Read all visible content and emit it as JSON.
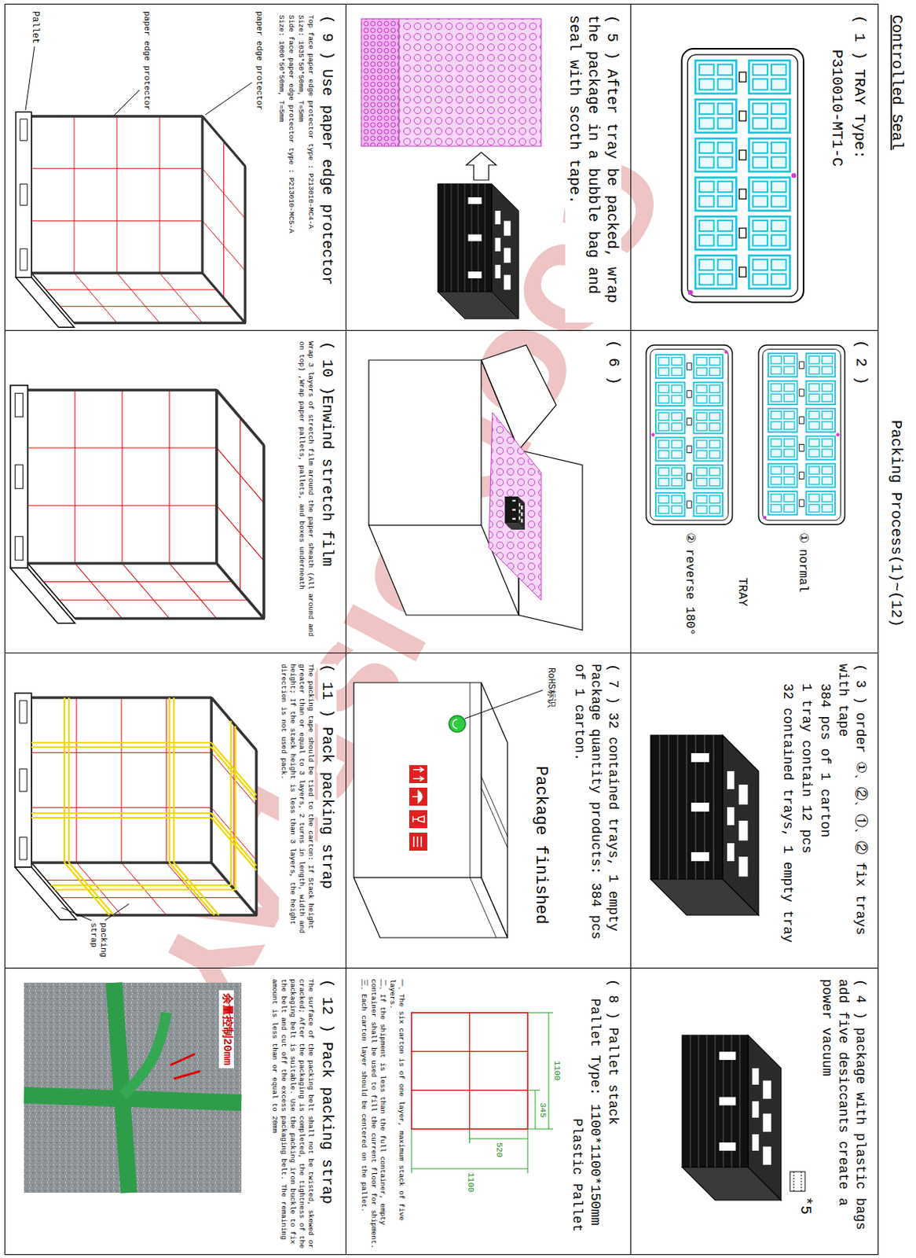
{
  "diagram": {
    "title": "Packing Process(1)~(12)",
    "nodes": [
      {
        "text": [
          "( 1 ) TRAY Type:",
          "P310010-MT1-C"
        ]
      },
      {
        "text": [
          "( 2 )"
        ]
      },
      {
        "text": [
          "( 3 ) order ①、②、①、② fix trays with tape",
          "384 pcs of 1 carton",
          "1 tray contain 12 pcs",
          "32 contained trays, 1 empty tray"
        ]
      },
      {
        "text": [
          "( 4 ) package with plastic bags add five desiccants create a power vacuum"
        ]
      },
      {
        "text": [
          "( 5 ) After tray be packed, wrap the package in a bubble bag and seal with scoth tape."
        ]
      },
      {
        "text": [
          "( 6 )"
        ]
      },
      {
        "text": [
          "( 7 ) 32 contained trays, 1 empty Package quantity products: 384 pcs of 1 carton.",
          "Package finished"
        ]
      },
      {
        "text": [
          "( 8 ) Pallet stack",
          "Pallet Type: 1100*1100*150mm",
          "Plastic Pallet",
          "一、The six carton is of one layer, maximum stack of five layers.",
          "二、If the shipment is less than the full container, empty container shall be used to fill the current floor for shipment.",
          "三、Each carton layer should be centered on the pallet."
        ]
      },
      {
        "text": [
          "( 9 ) Use paper edge protector",
          "Top face paper edge protector type : P213010-MC4-A",
          "Size: 1035*50*50mm, T=5mm",
          "Side face paper edge protector type : P213010-MC5-A",
          "Size: 1000*50*50mm, T=5mm"
        ]
      },
      {
        "text": [
          "( 10 )Enwind stretch film",
          "Wrap 3 layers of stretch film around the paper sheath (All around and on top) ,Wrap paper pallets, pallets, and boxes underneath"
        ]
      },
      {
        "text": [
          "( 11 ) Pack packing strap",
          "The packing tape should be tied to the carton: If Stack height greater than or equal to 3 layers, 2 turns in length, width and height; If the stack height is less than 3 layers, the height direction is not used pack."
        ]
      },
      {
        "text": [
          "( 12 ) Pack packing strap",
          "The surface of the packing belt shall not be twisted, skewed or cracked; After the packaging is completed, the tightness of the packaging belt is suitable. Use the packing iron buckle to fix the belt and cut off the excess packaging belt. The remaining amount is less than or equal to 20mm"
        ]
      }
    ],
    "labels": [
      "Controlled Seal",
      "①",
      "normal",
      "TRAY",
      "②",
      "reverse 180°",
      "*5",
      "RoHS标识",
      "1100",
      "345",
      "520",
      "1100",
      "paper edge protector",
      "paper edge protector",
      "Pallet",
      "packing strap",
      "余量控制20mm",
      "GOOD DISPLAY"
    ]
  }
}
